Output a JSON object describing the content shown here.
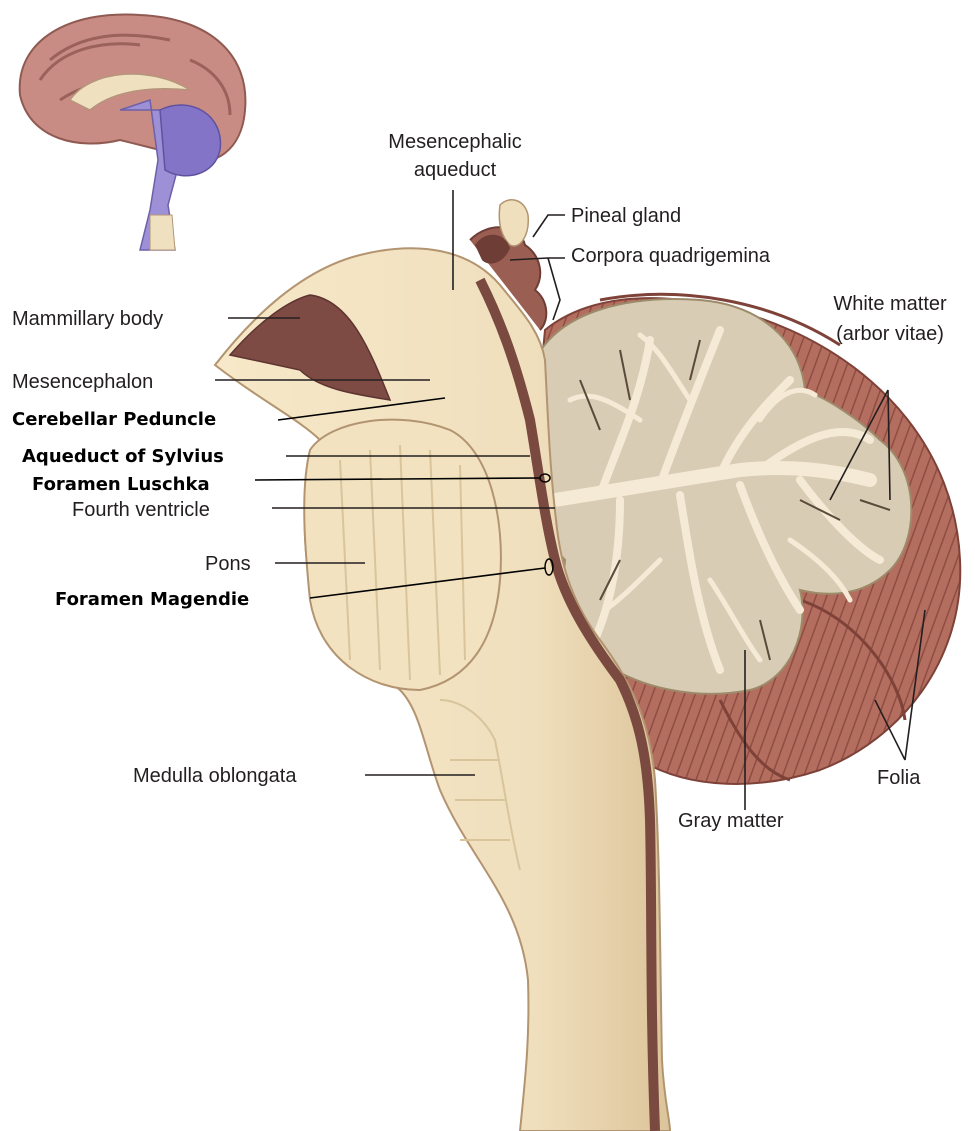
{
  "labels": {
    "mesencephalic_aqueduct_1": "Mesencephalic",
    "mesencephalic_aqueduct_2": "aqueduct",
    "pineal_gland": "Pineal gland",
    "corpora_quadrigemina": "Corpora quadrigemina",
    "mammillary_body": "Mammillary body",
    "white_matter_1": "White matter",
    "white_matter_2": "(arbor vitae)",
    "mesencephalon": "Mesencephalon",
    "cerebellar_peduncle": "Cerebellar Peduncle",
    "aqueduct_of_sylvius": "Aqueduct of Sylvius",
    "foramen_luschka": "Foramen Luschka",
    "fourth_ventricle": "Fourth ventricle",
    "pons": "Pons",
    "foramen_magendie": "Foramen Magendie",
    "medulla_oblongata": "Medulla oblongata",
    "folia": "Folia",
    "gray_matter": "Gray matter"
  },
  "colors": {
    "tissue_cream": "#f0dfbd",
    "tissue_cream_dark": "#e4cda2",
    "cerebellum_red": "#b06a5c",
    "cerebellum_red_dark": "#8c4a40",
    "gray_matter": "#d9ccb4",
    "white_matter": "#f4ead6",
    "brainstem_purple": "#9e90d6",
    "cerebrum_pink": "#c98c84"
  }
}
